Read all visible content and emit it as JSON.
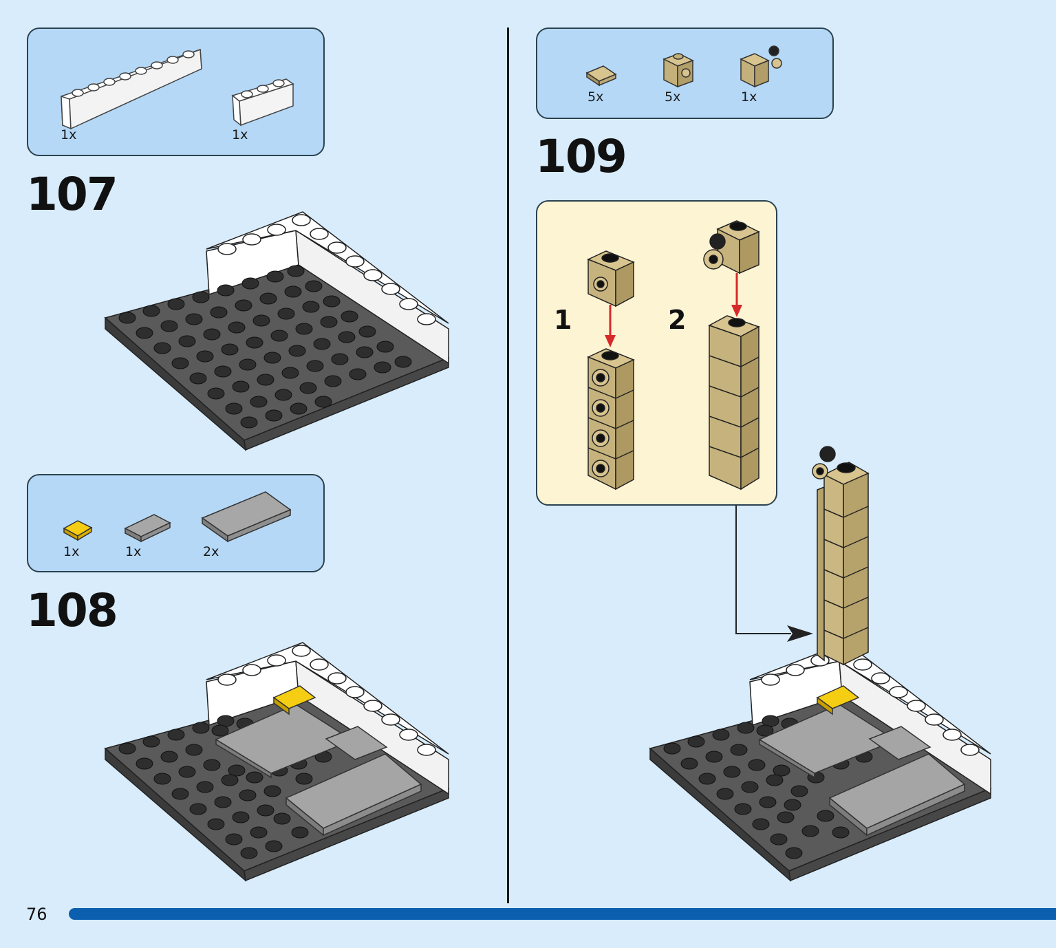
{
  "page": {
    "number": "76",
    "colors": {
      "background": "#d8ecfb",
      "parts_box": "#b5d8f6",
      "callout": "#fdf4d4",
      "progress_bar": "#0b5fae",
      "baseplate": "#5a5a5a",
      "tile_gray": "#a0a0a0",
      "white_brick": "#ffffff",
      "tan_brick": "#d8c48e",
      "yellow_tile": "#f5cd12",
      "arrow_red": "#d62a2a"
    }
  },
  "steps": [
    {
      "number": "107",
      "parts": [
        {
          "qty": "1x",
          "icon": "white-brick-1x8-icon"
        },
        {
          "qty": "1x",
          "icon": "white-brick-1x3-icon"
        }
      ]
    },
    {
      "number": "108",
      "parts": [
        {
          "qty": "1x",
          "icon": "yellow-tile-1x1-icon"
        },
        {
          "qty": "1x",
          "icon": "gray-tile-1x2-icon"
        },
        {
          "qty": "2x",
          "icon": "gray-tile-2x4-icon"
        }
      ]
    },
    {
      "number": "109",
      "parts": [
        {
          "qty": "5x",
          "icon": "tan-tile-1x1-icon"
        },
        {
          "qty": "5x",
          "icon": "tan-brick-side-stud-icon"
        },
        {
          "qty": "1x",
          "icon": "tan-brick-clip-icon"
        }
      ],
      "callout": {
        "substeps": [
          {
            "number": "1"
          },
          {
            "number": "2"
          }
        ]
      }
    }
  ]
}
